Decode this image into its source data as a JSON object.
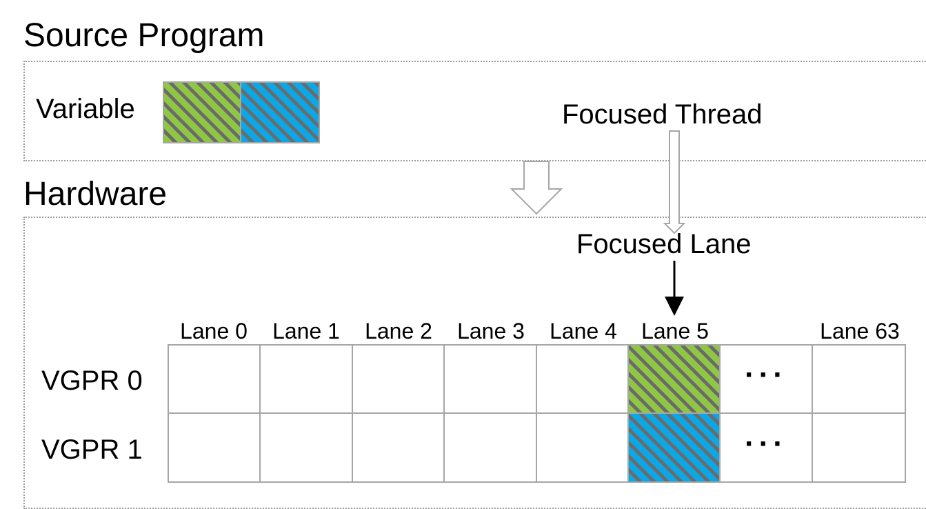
{
  "source_section": {
    "title": "Source Program",
    "variable_label": "Variable"
  },
  "hardware_section": {
    "title": "Hardware"
  },
  "annotations": {
    "focused_thread": "Focused Thread",
    "focused_lane": "Focused Lane"
  },
  "lanes": [
    "Lane 0",
    "Lane 1",
    "Lane 2",
    "Lane 3",
    "Lane 4",
    "Lane 5",
    "Lane 63"
  ],
  "registers": [
    "VGPR 0",
    "VGPR 1"
  ],
  "ellipsis": "···",
  "colors": {
    "green": "#8fc745",
    "blue": "#0ba7e6",
    "stripe": "#6b6b6b",
    "border": "#a6a6a6"
  }
}
